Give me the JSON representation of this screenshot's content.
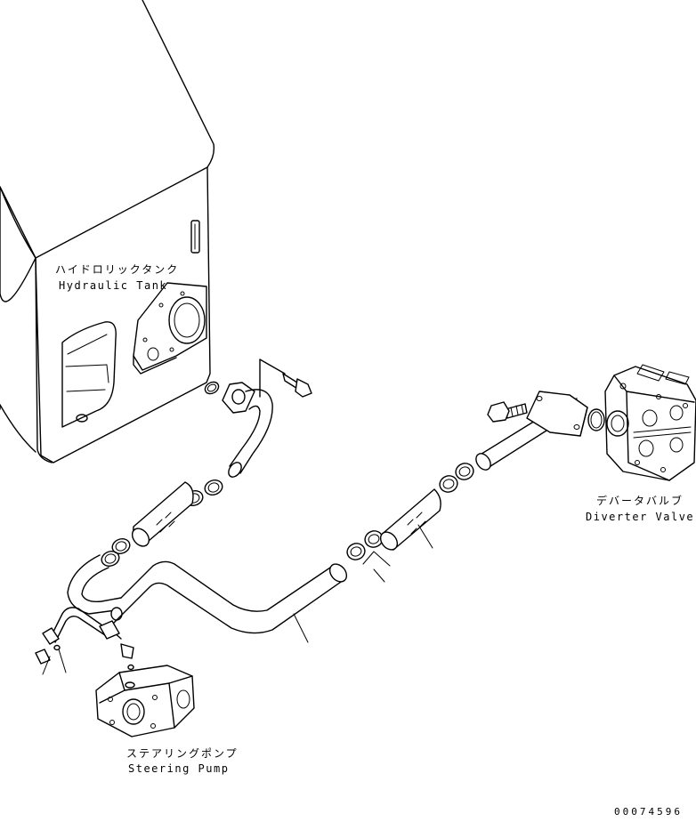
{
  "labels": {
    "tank_jp": "ハイドロリックタンク",
    "tank_en": "Hydraulic Tank",
    "valve_jp": "デバータバルブ",
    "valve_en": "Diverter Valve",
    "pump_jp": "ステアリングポンプ",
    "pump_en": "Steering Pump"
  },
  "reference_number": "00074596",
  "colors": {
    "line": "#000000",
    "background": "#ffffff"
  }
}
